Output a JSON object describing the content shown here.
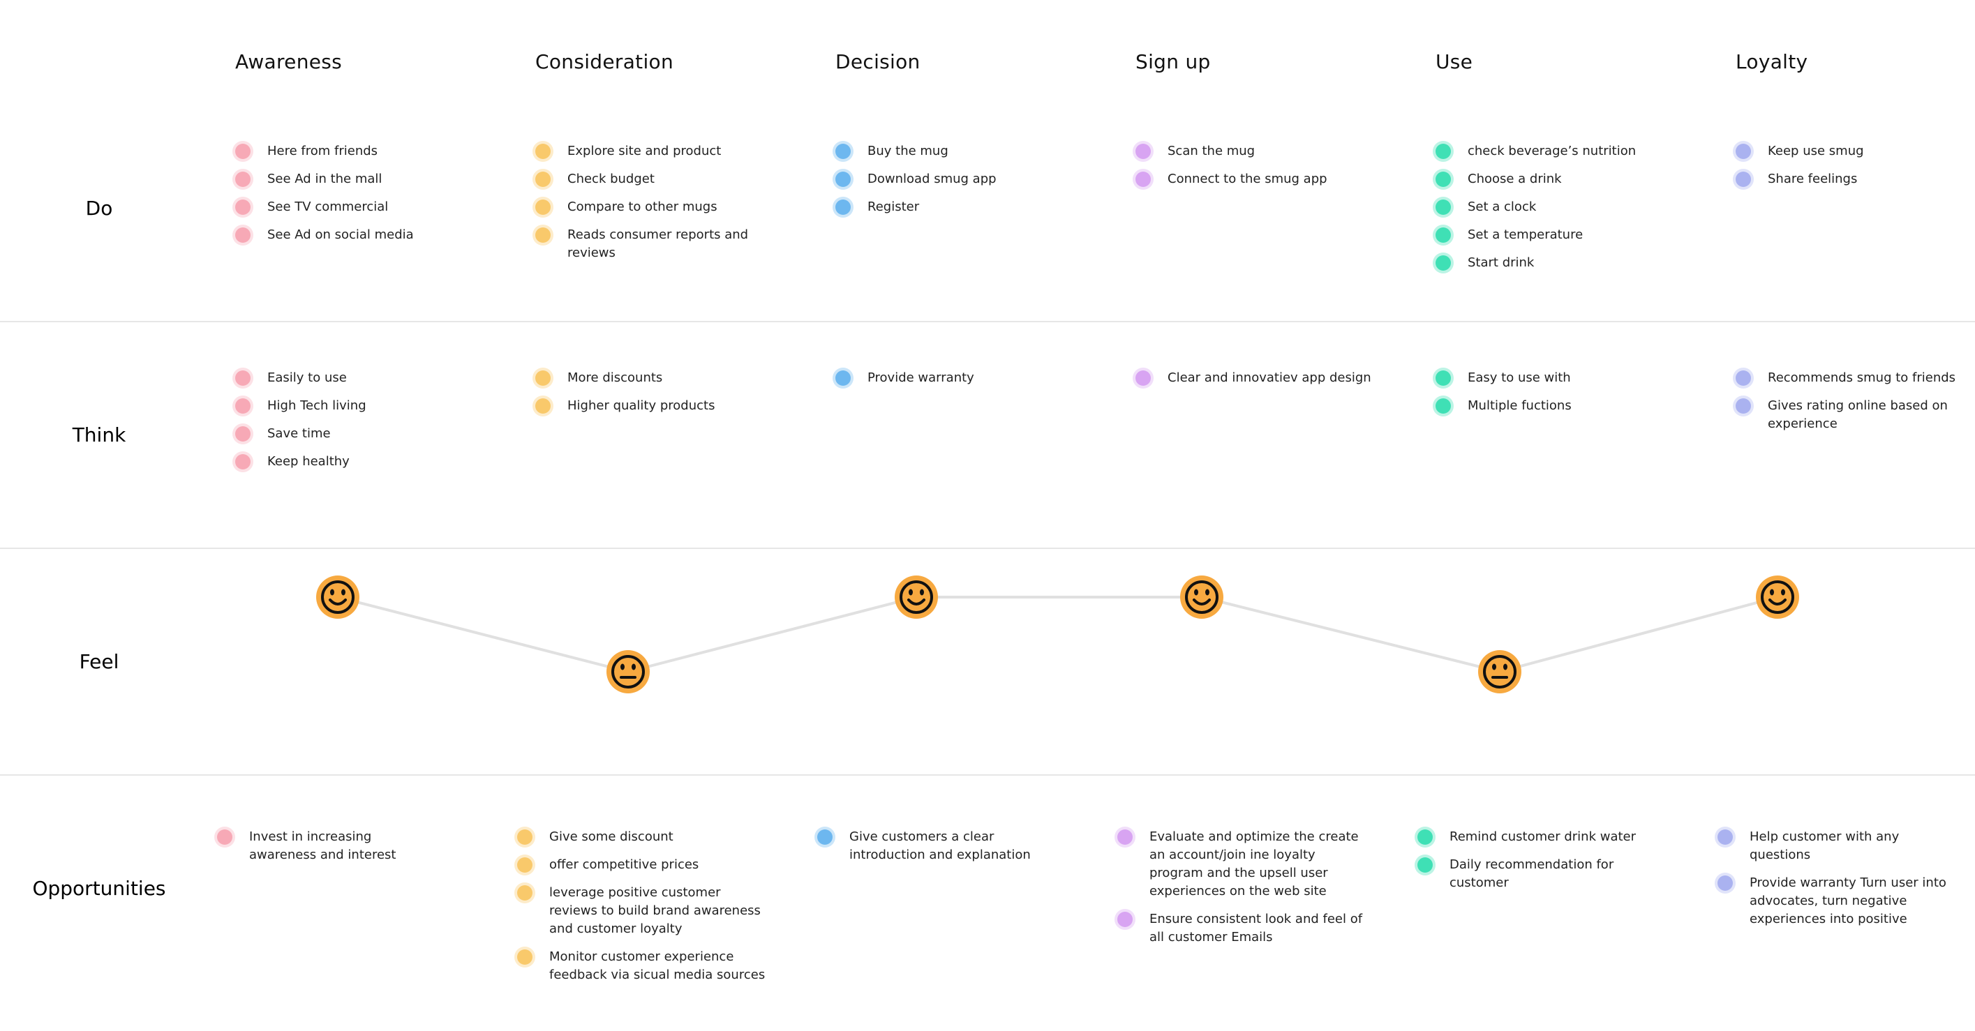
{
  "stages": [
    {
      "name": "Awareness",
      "color": "#f7a9b6"
    },
    {
      "name": "Consideration",
      "color": "#f9c96b"
    },
    {
      "name": "Decision",
      "color": "#6db7ef"
    },
    {
      "name": "Sign up",
      "color": "#d8a4f2"
    },
    {
      "name": "Use",
      "color": "#3fe0b5"
    },
    {
      "name": "Loyalty",
      "color": "#aab2f0"
    }
  ],
  "rows": {
    "do": {
      "label": "Do",
      "cells": [
        [
          "Here from friends",
          "See Ad in the mall",
          "See TV commercial",
          "See Ad on social media"
        ],
        [
          "Explore site and product",
          "Check budget",
          "Compare to other mugs",
          "Reads consumer reports and reviews"
        ],
        [
          "Buy the mug",
          "Download smug app",
          "Register"
        ],
        [
          "Scan the mug",
          "Connect to the smug app"
        ],
        [
          "check beverage’s nutrition",
          "Choose a drink",
          "Set a clock",
          "Set a temperature",
          "Start drink"
        ],
        [
          "Keep use smug",
          "Share feelings"
        ]
      ]
    },
    "think": {
      "label": "Think",
      "cells": [
        [
          "Easily to use",
          "High Tech living",
          "Save time",
          "Keep healthy"
        ],
        [
          "More discounts",
          "Higher quality products"
        ],
        [
          "Provide warranty"
        ],
        [
          "Clear and innovatiev app design"
        ],
        [
          "Easy to use with",
          "Multiple fuctions"
        ],
        [
          "Recommends smug to friends",
          "Gives rating online based on experience"
        ]
      ]
    },
    "feel": {
      "label": "Feel",
      "points": [
        {
          "stage": "Awareness",
          "mood": "happy"
        },
        {
          "stage": "Consideration",
          "mood": "neutral"
        },
        {
          "stage": "Decision",
          "mood": "happy"
        },
        {
          "stage": "Sign up",
          "mood": "happy"
        },
        {
          "stage": "Use",
          "mood": "neutral"
        },
        {
          "stage": "Loyalty",
          "mood": "happy"
        }
      ]
    },
    "opportunities": {
      "label": "Opportunities",
      "cells": [
        [
          "Invest in increasing awareness and interest"
        ],
        [
          "Give some discount",
          "offer competitive prices",
          "leverage positive customer reviews to build brand awareness and customer loyalty",
          "Monitor customer experience feedback via sicual media sources"
        ],
        [
          "Give customers a clear introduction and explanation"
        ],
        [
          "Evaluate and optimize the create an account/join ine loyalty program and the upsell user experiences on the web site",
          "Ensure consistent look and feel of all customer Emails"
        ],
        [
          "Remind customer drink water",
          "Daily recommendation for customer"
        ],
        [
          "Help customer with any questions",
          "Provide warranty Turn user into advocates, turn negative experiences into positive"
        ]
      ]
    }
  },
  "colors": {
    "face": "#f7a940",
    "face_stroke": "#111111",
    "line": "#e0e0e0"
  },
  "icons": {
    "happy": "smiley-happy-icon",
    "neutral": "smiley-neutral-icon"
  }
}
